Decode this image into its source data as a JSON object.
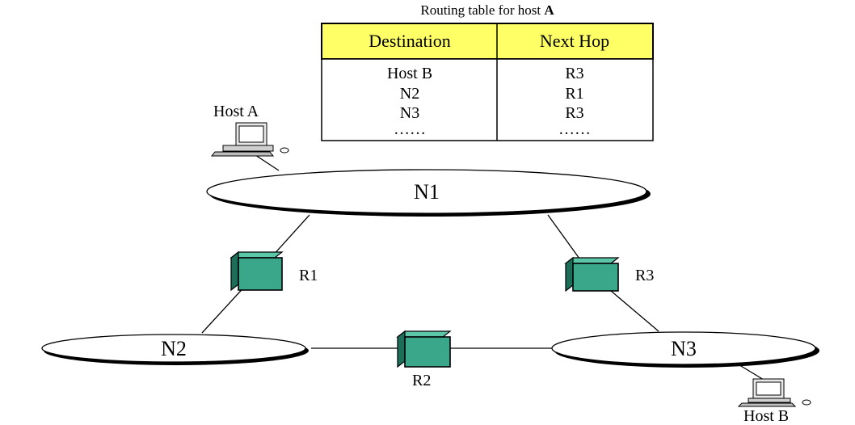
{
  "table": {
    "title_prefix": "Routing table for host ",
    "title_host": "A",
    "headers": {
      "destination": "Destination",
      "next_hop": "Next Hop"
    },
    "rows": [
      {
        "destination": "Host B",
        "next_hop": "R3"
      },
      {
        "destination": "N2",
        "next_hop": "R1"
      },
      {
        "destination": "N3",
        "next_hop": "R3"
      },
      {
        "destination": "……",
        "next_hop": "……"
      }
    ],
    "header_color": "#ffff66"
  },
  "networks": {
    "n1": "N1",
    "n2": "N2",
    "n3": "N3"
  },
  "routers": {
    "r1": "R1",
    "r2": "R2",
    "r3": "R3"
  },
  "hosts": {
    "host_a": "Host A",
    "host_b": "Host B"
  },
  "colors": {
    "router_front": "#3aa68a",
    "router_top": "#5cc6a8",
    "router_side": "#1c6e58",
    "header_fill": "#ffff66"
  }
}
